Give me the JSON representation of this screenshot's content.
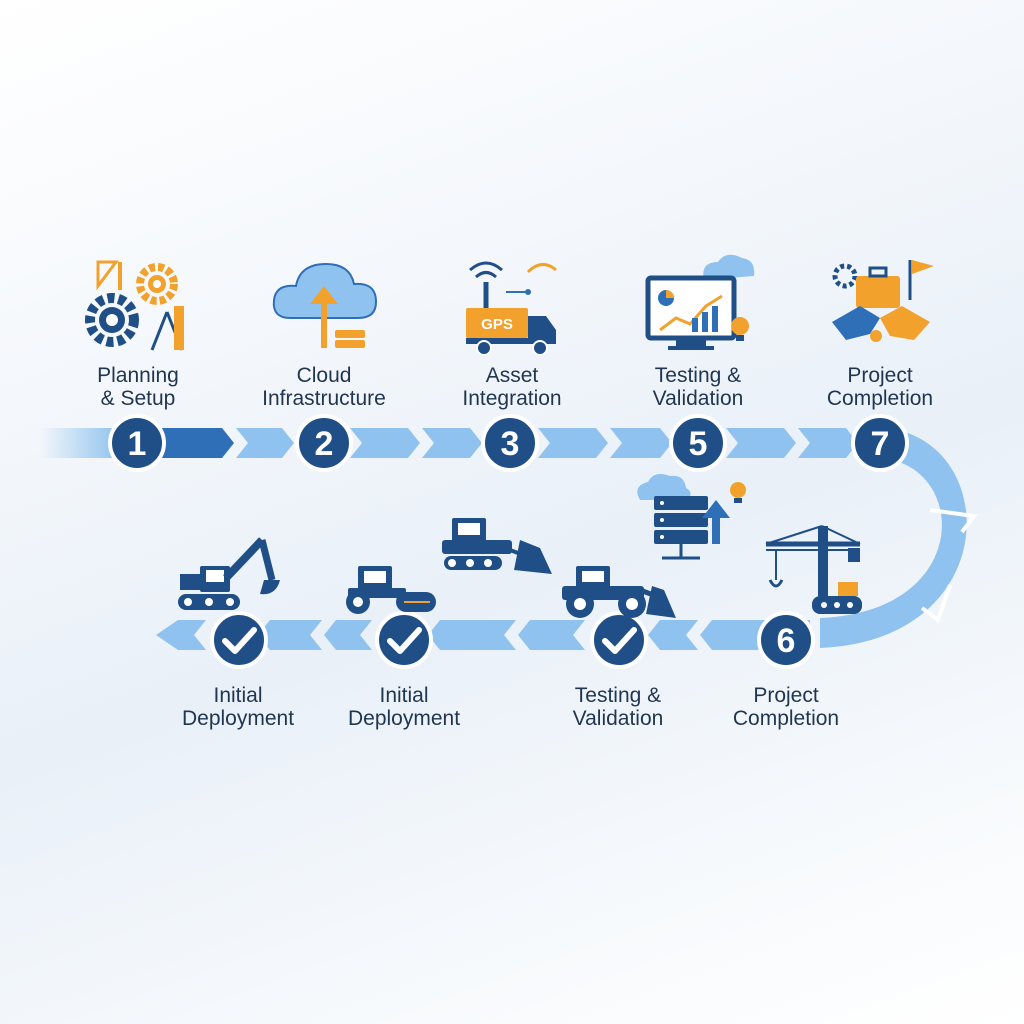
{
  "top_steps": [
    {
      "badge": "1",
      "line1": "Planning",
      "line2": "& Setup",
      "icon": "gears-tools-icon"
    },
    {
      "badge": "2",
      "line1": "Cloud",
      "line2": "Infrastructure",
      "icon": "cloud-upload-icon"
    },
    {
      "badge": "3",
      "line1": "Asset",
      "line2": "Integration",
      "icon": "gps-truck-icon"
    },
    {
      "badge": "5",
      "line1": "Testing &",
      "line2": "Validation",
      "icon": "monitor-analytics-icon"
    },
    {
      "badge": "7",
      "line1": "Project",
      "line2": "Completion",
      "icon": "handshake-briefcase-icon"
    }
  ],
  "bottom_steps": [
    {
      "badge": "check",
      "line1": "Initial",
      "line2": "Deployment",
      "icon": "excavator-icon"
    },
    {
      "badge": "check",
      "line1": "Initial",
      "line2": "Deployment",
      "icon": "road-roller-icon"
    },
    {
      "badge": "check",
      "line1": "Testing &",
      "line2": "Validation",
      "icon": "wheel-loader-icon"
    },
    {
      "badge": "6",
      "line1": "Project",
      "line2": "Completion",
      "icon": "tower-crane-icon"
    }
  ],
  "extra_icons": [
    "bulldozer-icon",
    "server-upload-icon"
  ],
  "gps_label": "GPS",
  "colors": {
    "navy": "#1f4f86",
    "arrow_light": "#8fc2ee",
    "arrow_dark": "#2f6fb8",
    "orange": "#f2a22c",
    "text": "#1f3550"
  }
}
